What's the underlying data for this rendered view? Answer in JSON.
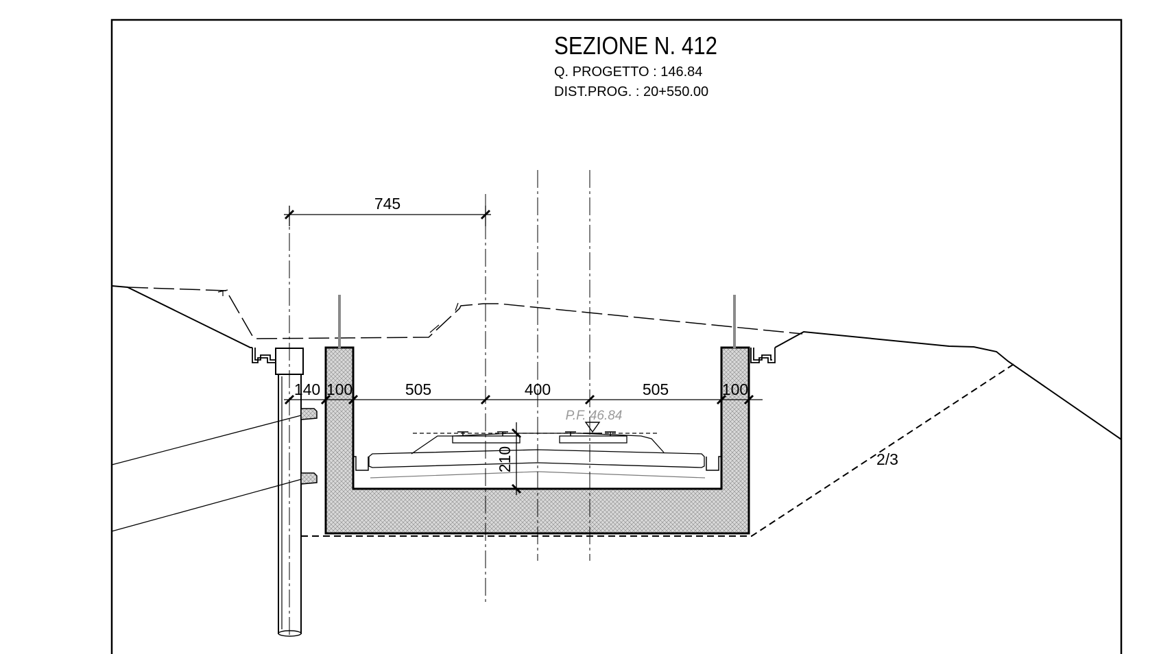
{
  "header": {
    "title": "SEZIONE N.  412",
    "q_progetto": "Q. PROGETTO : 146.84",
    "dist_prog": "DIST.PROG. : 20+550.00"
  },
  "dimensions": {
    "top_span": "745",
    "left_offset": "140",
    "wall_left": "100",
    "bay_left": "505",
    "track_center": "400",
    "bay_right": "505",
    "wall_right": "100",
    "depth": "210"
  },
  "labels": {
    "level_mark": "P.F. 46.84",
    "slope_ratio": "2/3"
  }
}
